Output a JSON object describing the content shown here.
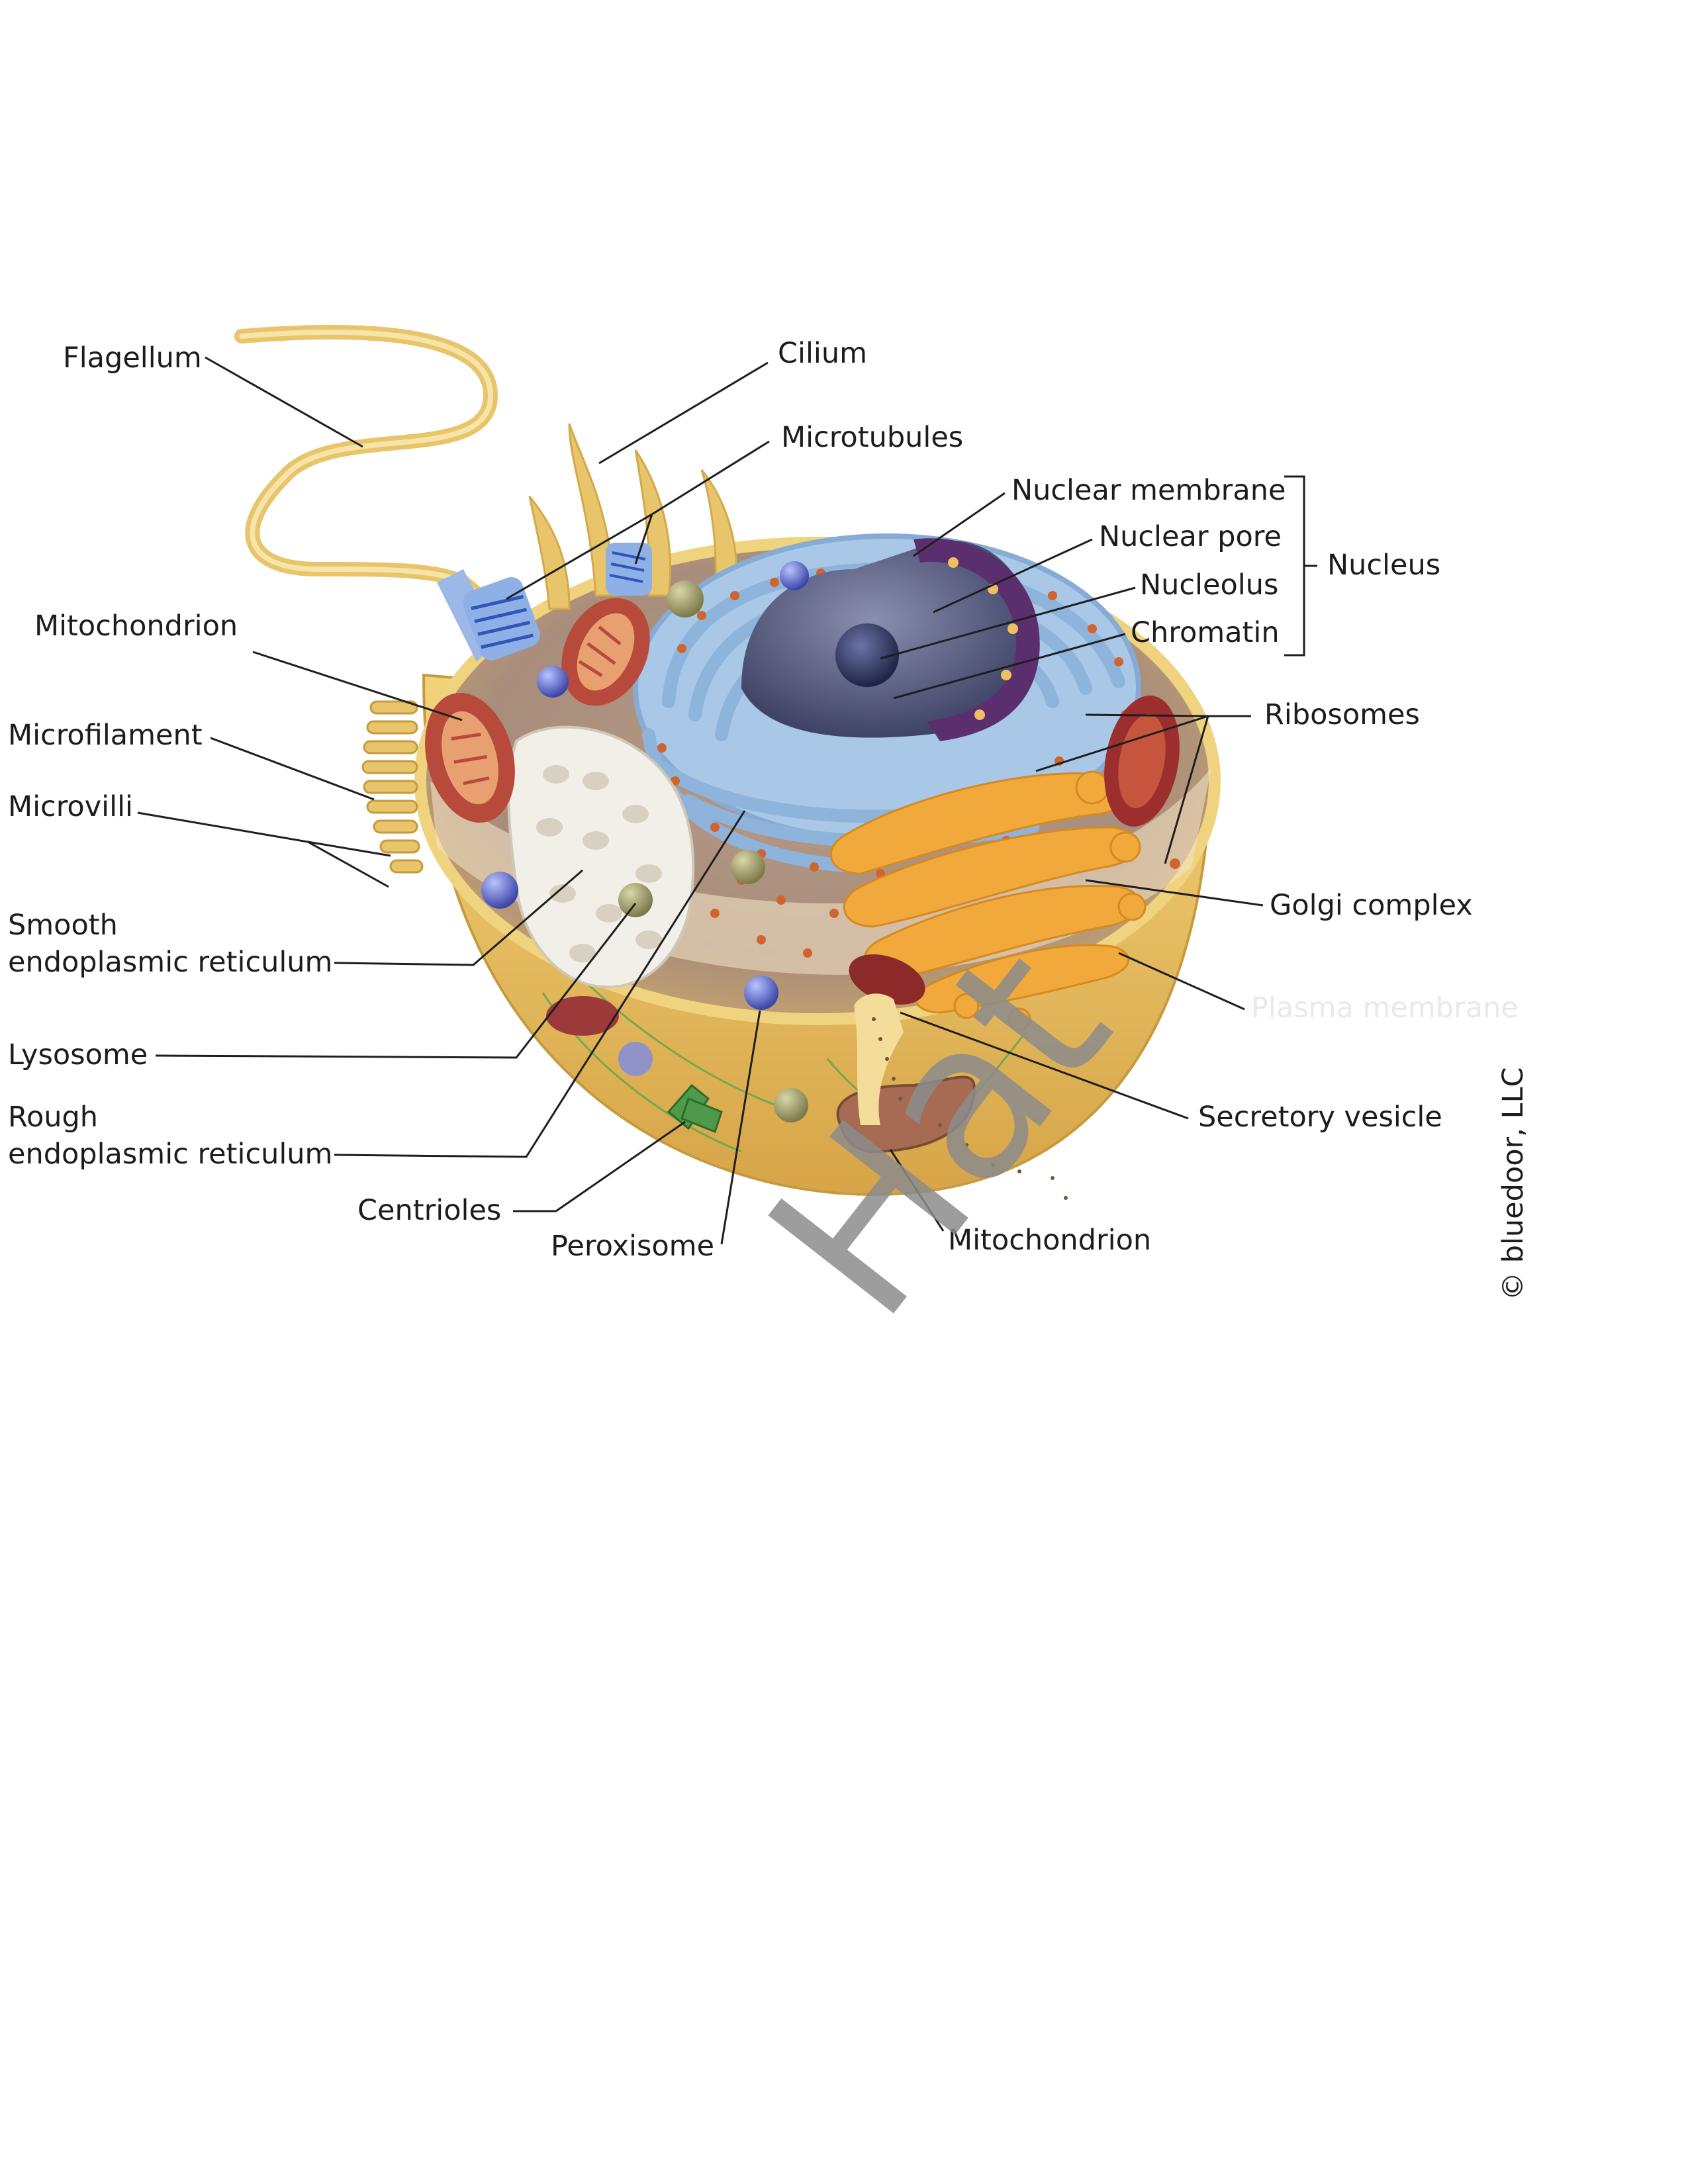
{
  "labels": {
    "flagellum": "Flagellum",
    "cilium": "Cilium",
    "microtubules": "Microtubules",
    "nuclear_membrane": "Nuclear membrane",
    "nuclear_pore": "Nuclear pore",
    "nucleolus": "Nucleolus",
    "chromatin": "Chromatin",
    "nucleus": "Nucleus",
    "mitochondrion_top": "Mitochondrion",
    "microfilament": "Microfilament",
    "microvilli": "Microvilli",
    "ribosomes": "Ribosomes",
    "smooth_er_line1": "Smooth",
    "smooth_er_line2": "endoplasmic reticulum",
    "golgi_complex": "Golgi complex",
    "plasma_membrane": "Plasma membrane",
    "lysosome": "Lysosome",
    "rough_er_line1": "Rough",
    "rough_er_line2": "endoplasmic reticulum",
    "secretory_vesicle": "Secretory vesicle",
    "centrioles": "Centrioles",
    "peroxisome": "Peroxisome",
    "mitochondrion_bottom": "Mitochondrion"
  },
  "copyright": "© bluedoor, LLC",
  "watermark": "Hat",
  "colors": {
    "cytoplasm": "#e9c56a",
    "cell_base": "#dcae4c",
    "er": "#8fb4dc",
    "nucleus": "#5b2f6e",
    "golgi": "#f0a93a",
    "mitochondrion": "#b74a3a",
    "smooth_er": "#f2efe8"
  }
}
